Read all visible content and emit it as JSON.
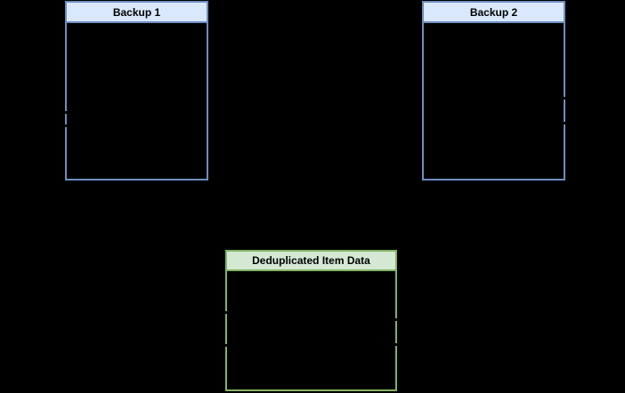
{
  "canvas": {
    "background_color": "#000000"
  },
  "boxes": {
    "backup1": {
      "label": "Backup 1",
      "header_fill": "#dae8fc",
      "border_color": "#6c8ebf",
      "text_color": "#000000"
    },
    "backup2": {
      "label": "Backup 2",
      "header_fill": "#dae8fc",
      "border_color": "#6c8ebf",
      "text_color": "#000000"
    },
    "dedup": {
      "label": "Deduplicated Item Data",
      "header_fill": "#d5e8d4",
      "border_color": "#82b366",
      "text_color": "#000000"
    }
  }
}
